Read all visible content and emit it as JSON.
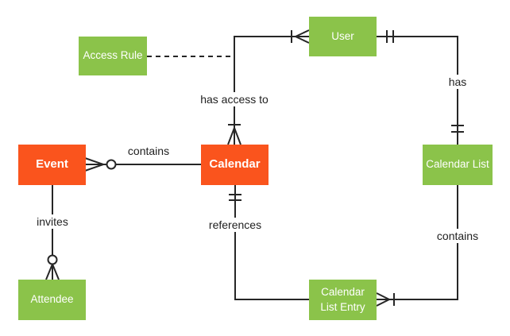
{
  "colors": {
    "entity_green": "#8BC34A",
    "entity_orange": "#FA541D",
    "entity_text": "#FFFFFF",
    "line": "#262626",
    "label_text": "#212121",
    "background": "#FFFFFF"
  },
  "entities": {
    "access_rule": {
      "label": "Access Rule",
      "color": "#8BC34A"
    },
    "user": {
      "label": "User",
      "color": "#8BC34A"
    },
    "event": {
      "label": "Event",
      "color": "#FA541D"
    },
    "calendar": {
      "label": "Calendar",
      "color": "#FA541D"
    },
    "calendar_list": {
      "label": "Calendar List",
      "color": "#8BC34A"
    },
    "attendee": {
      "label": "Attendee",
      "color": "#8BC34A"
    },
    "calendar_list_entry": {
      "label": "Calendar List Entry",
      "color": "#8BC34A"
    }
  },
  "relationships": {
    "contains_events": {
      "label": "contains",
      "between": [
        "Calendar",
        "Event"
      ],
      "notation": "zero-or-many crow's foot with circle at Event side"
    },
    "has_access_to": {
      "label": "has access to",
      "between": [
        "Calendar",
        "User"
      ],
      "notation": "one-or-many (tick + crow's foot) at both User and Calendar ends; dashed line links Access Rule to this relationship"
    },
    "has": {
      "label": "has",
      "between": [
        "User",
        "Calendar List"
      ],
      "notation": "exactly-one (double tick) at both ends"
    },
    "invites": {
      "label": "invites",
      "between": [
        "Event",
        "Attendee"
      ],
      "notation": "zero-or-many (circle + crow's foot) at Attendee side"
    },
    "references": {
      "label": "references",
      "between": [
        "Calendar",
        "Calendar List Entry"
      ],
      "notation": "exactly-one (double tick) at Calendar side"
    },
    "contains_entries": {
      "label": "contains",
      "between": [
        "Calendar List",
        "Calendar List Entry"
      ],
      "notation": "one-or-many (crow's foot + tick) at Calendar List Entry side"
    }
  }
}
